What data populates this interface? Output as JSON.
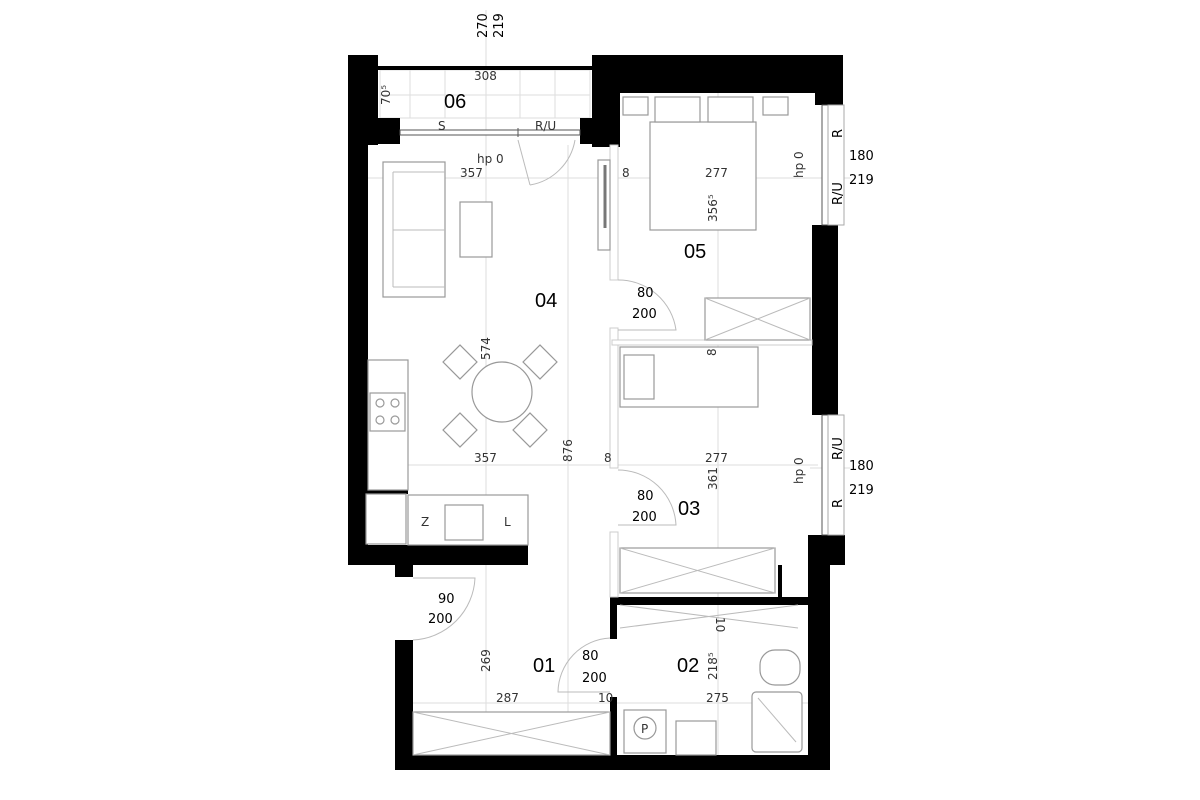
{
  "rooms": {
    "r01": "01",
    "r02": "02",
    "r03": "03",
    "r04": "04",
    "r05": "05",
    "r06": "06"
  },
  "dims": {
    "top_height": "270",
    "top_sill": "219",
    "balcony_width": "308",
    "balcony_depth": "70⁵",
    "balcony_door_s": "S",
    "balcony_door_ru": "R/U",
    "hp_living": "hp 0",
    "living_width": "357",
    "living_width2": "357",
    "living_depth": "574",
    "living_total": "876",
    "part_05": "8",
    "bed05_width": "277",
    "bed05_depth": "356⁵",
    "hp_05": "hp 0",
    "win05_r": "R",
    "win05_ru": "R/U",
    "win05_w": "180",
    "win05_h": "219",
    "door05_w": "80",
    "door05_h": "200",
    "part_05_03": "8",
    "part_03": "8",
    "bed03_width": "277",
    "bed03_depth": "361",
    "hp_03": "hp 0",
    "win03_r": "R",
    "win03_ru": "R/U",
    "win03_w": "180",
    "win03_h": "219",
    "door03_w": "80",
    "door03_h": "200",
    "kitchen_z": "Z",
    "kitchen_l": "L",
    "entry_w": "90",
    "entry_h": "200",
    "hall_depth": "269",
    "hall_width": "287",
    "hall_part": "10",
    "door02_w": "80",
    "door02_h": "200",
    "bath_part": "10",
    "bath_depth": "218⁵",
    "bath_width": "275",
    "boiler": "P"
  }
}
